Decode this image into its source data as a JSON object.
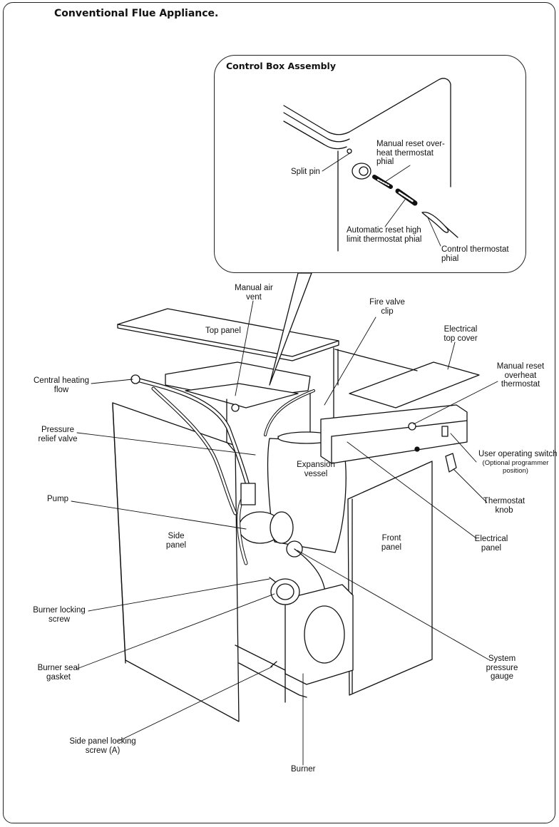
{
  "page": {
    "title": "Conventional Flue Appliance."
  },
  "inset": {
    "title": "Control Box Assembly",
    "labels": {
      "split_pin": "Split pin",
      "manual_reset_phial": "Manual reset over-\nheat thermostat\nphial",
      "auto_reset_phial": "Automatic reset high\nlimit thermostat phial",
      "control_thermostat_phial": "Control thermostat\nphial"
    }
  },
  "labels": {
    "manual_air_vent": "Manual air\nvent",
    "top_panel": "Top panel",
    "fire_valve_clip": "Fire valve\nclip",
    "electrical_top_cover": "Electrical\ntop cover",
    "manual_reset_overheat_thermostat": "Manual reset\noverheat\nthermostat",
    "central_heating_flow": "Central heating\nflow",
    "pressure_relief_valve": "Pressure\nrelief valve",
    "expansion_vessel": "Expansion\nvessel",
    "user_operating_switch": "User operating switch",
    "optional_programmer": "(Optional programmer\nposition)",
    "pump": "Pump",
    "thermostat_knob": "Thermostat\nknob",
    "side_panel": "Side\npanel",
    "front_panel": "Front\npanel",
    "electrical_panel": "Electrical\npanel",
    "burner_locking_screw": "Burner locking\nscrew",
    "burner_seal_gasket": "Burner seal\ngasket",
    "system_pressure_gauge": "System\npressure\ngauge",
    "side_panel_locking_screw": "Side panel locking\nscrew (A)",
    "burner": "Burner"
  }
}
